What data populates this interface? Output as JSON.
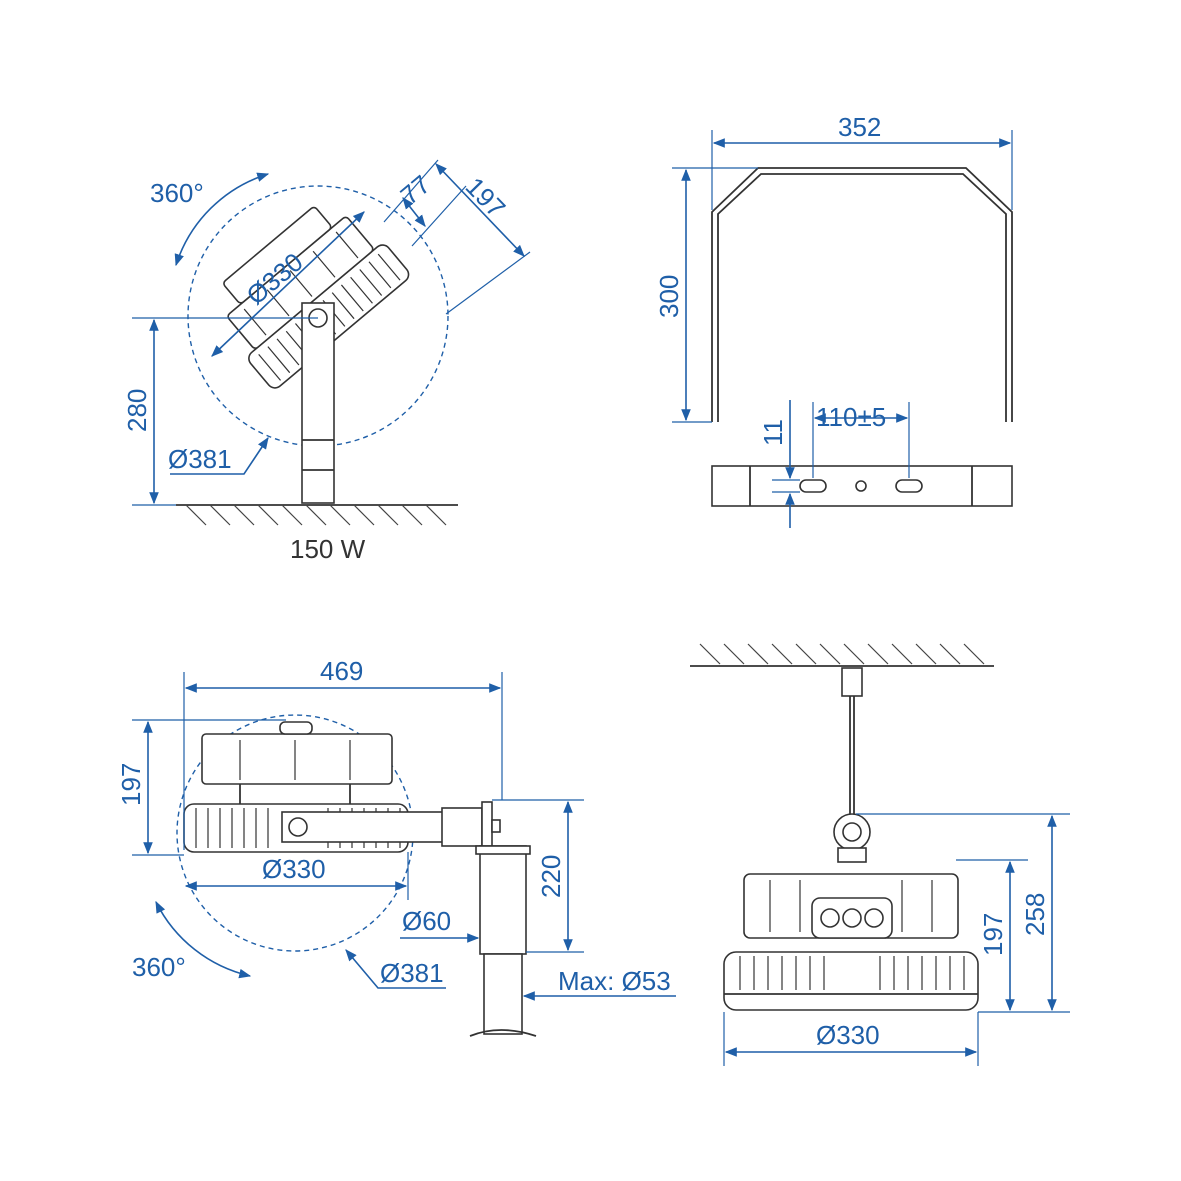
{
  "views": {
    "tilt_mount": {
      "rotation": "360°",
      "body_diameter": "Ø330",
      "thickness": "77",
      "depth": "197",
      "height": "280",
      "swing_diameter": "Ø381",
      "power": "150 W"
    },
    "bracket": {
      "width": "352",
      "height": "300",
      "slot_spacing": "110±5",
      "slot_width": "11"
    },
    "pole_mount": {
      "length": "469",
      "height": "197",
      "rotation": "360°",
      "body_diameter": "Ø330",
      "tube_diameter": "Ø60",
      "swing_diameter": "Ø381",
      "drop": "220",
      "max_pole": "Max: Ø53"
    },
    "pendant": {
      "body_height": "197",
      "total_height": "258",
      "body_diameter": "Ø330"
    }
  },
  "colors": {
    "dimension": "#1f5fa8",
    "outline": "#333333"
  }
}
